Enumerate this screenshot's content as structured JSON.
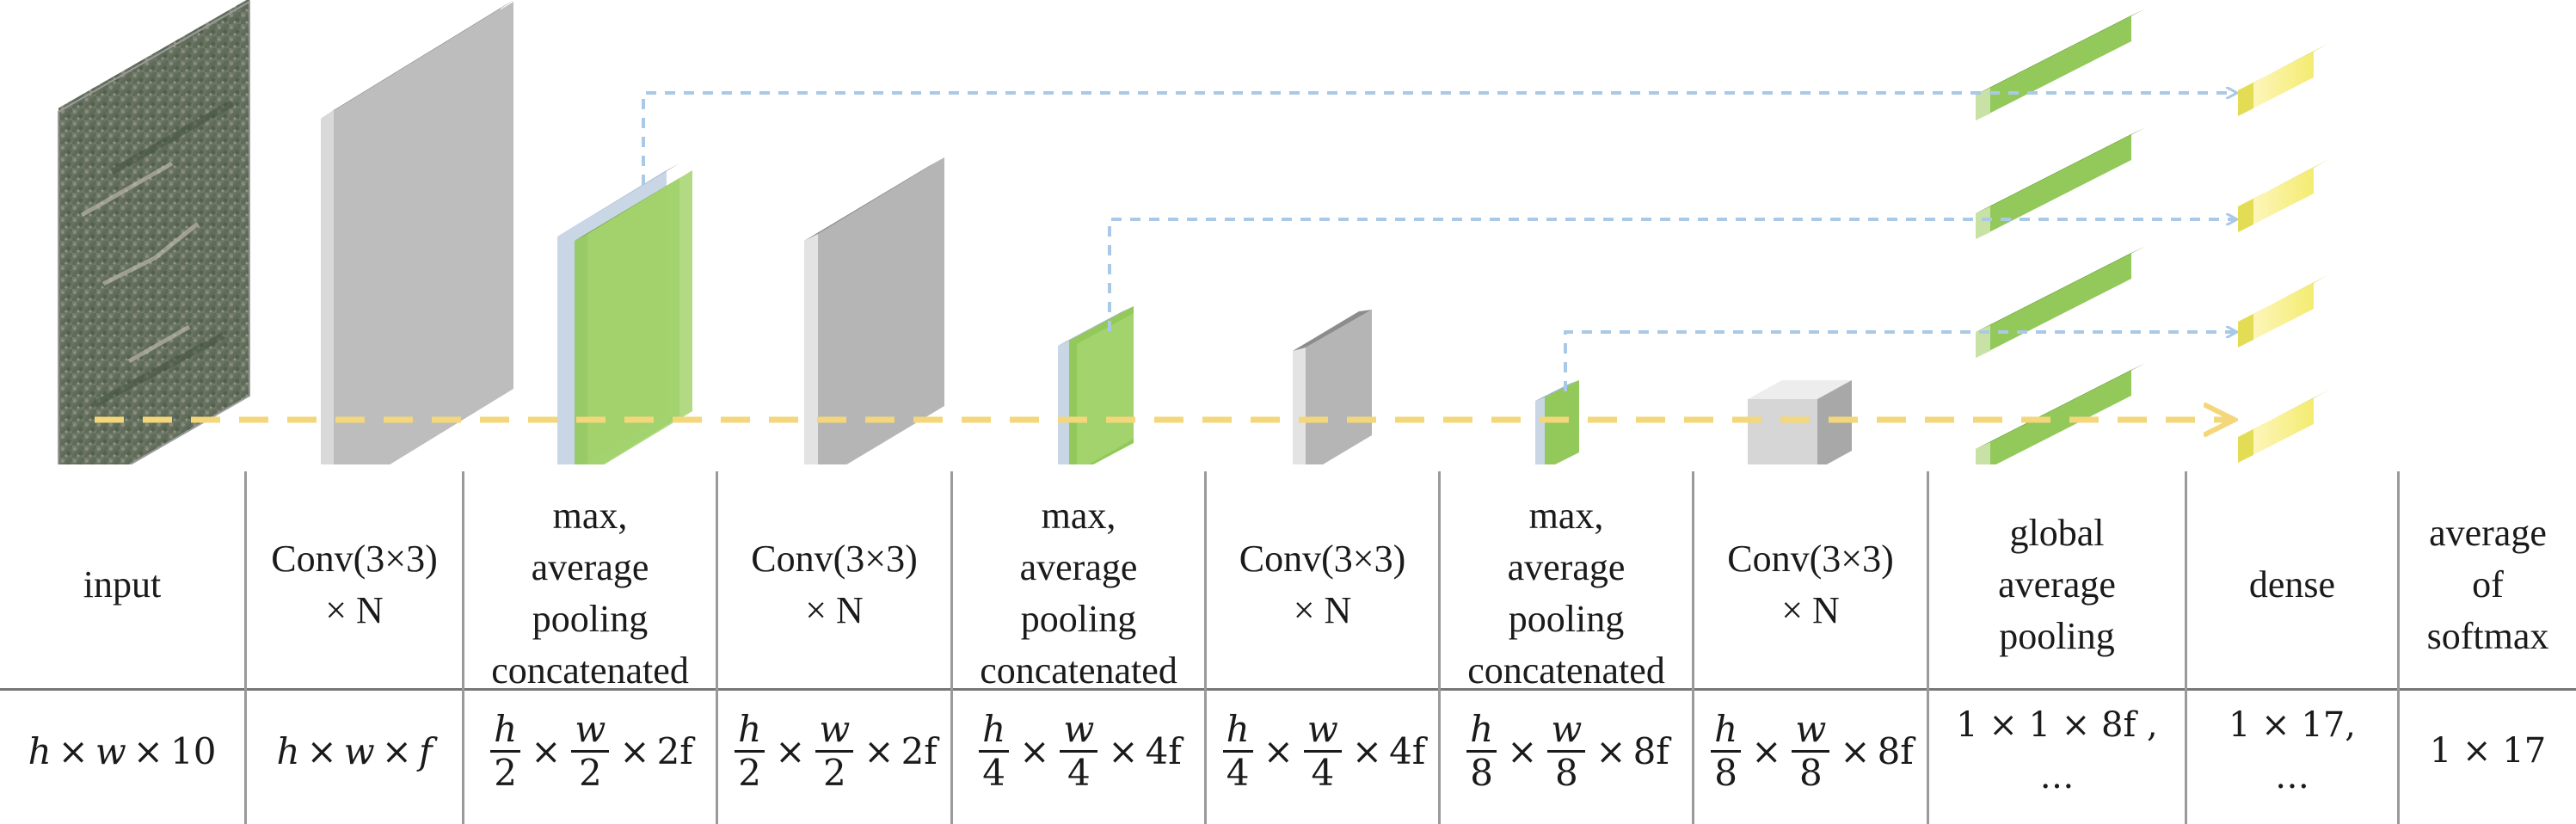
{
  "stages": [
    {
      "label": "input",
      "shape": {
        "h": "h",
        "w": "w",
        "c": "10",
        "frac": false
      }
    },
    {
      "label": "Conv(3×3)\n× N",
      "shape": {
        "h": "h",
        "w": "w",
        "c": "f",
        "frac": false
      }
    },
    {
      "label": "max,\naverage\npooling\nconcatenated",
      "shape": {
        "h": "h",
        "hd": "2",
        "w": "w",
        "wd": "2",
        "c": "2f",
        "frac": true
      }
    },
    {
      "label": "Conv(3×3)\n× N",
      "shape": {
        "h": "h",
        "hd": "2",
        "w": "w",
        "wd": "2",
        "c": "2f",
        "frac": true
      }
    },
    {
      "label": "max,\naverage\npooling\nconcatenated",
      "shape": {
        "h": "h",
        "hd": "4",
        "w": "w",
        "wd": "4",
        "c": "4f",
        "frac": true
      }
    },
    {
      "label": "Conv(3×3)\n× N",
      "shape": {
        "h": "h",
        "hd": "4",
        "w": "w",
        "wd": "4",
        "c": "4f",
        "frac": true
      }
    },
    {
      "label": "max,\naverage\npooling\nconcatenated",
      "shape": {
        "h": "h",
        "hd": "8",
        "w": "w",
        "wd": "8",
        "c": "8f",
        "frac": true
      }
    },
    {
      "label": "Conv(3×3)\n× N",
      "shape": {
        "h": "h",
        "hd": "8",
        "w": "w",
        "wd": "8",
        "c": "8f",
        "frac": true
      }
    },
    {
      "label": "global\naverage\npooling",
      "shape_text": "1 × 1 × 8f ,\n…"
    },
    {
      "label": "dense",
      "shape_text": "1 × 17,\n…"
    },
    {
      "label": "average\nof\nsoftmax",
      "shape_text": "1 × 17"
    }
  ],
  "colors": {
    "gray_front": "#bdbdbd",
    "gray_side": "#d9d9d9",
    "gray_top": "#8c8c8c",
    "green": "#92c95a",
    "blue_tint": "#b9cbe0",
    "yellow": "#e3dc55",
    "yellow_arrow": "#f4d77a",
    "blue_arrow": "#a9c9e6",
    "satellite": "#6b7565"
  }
}
